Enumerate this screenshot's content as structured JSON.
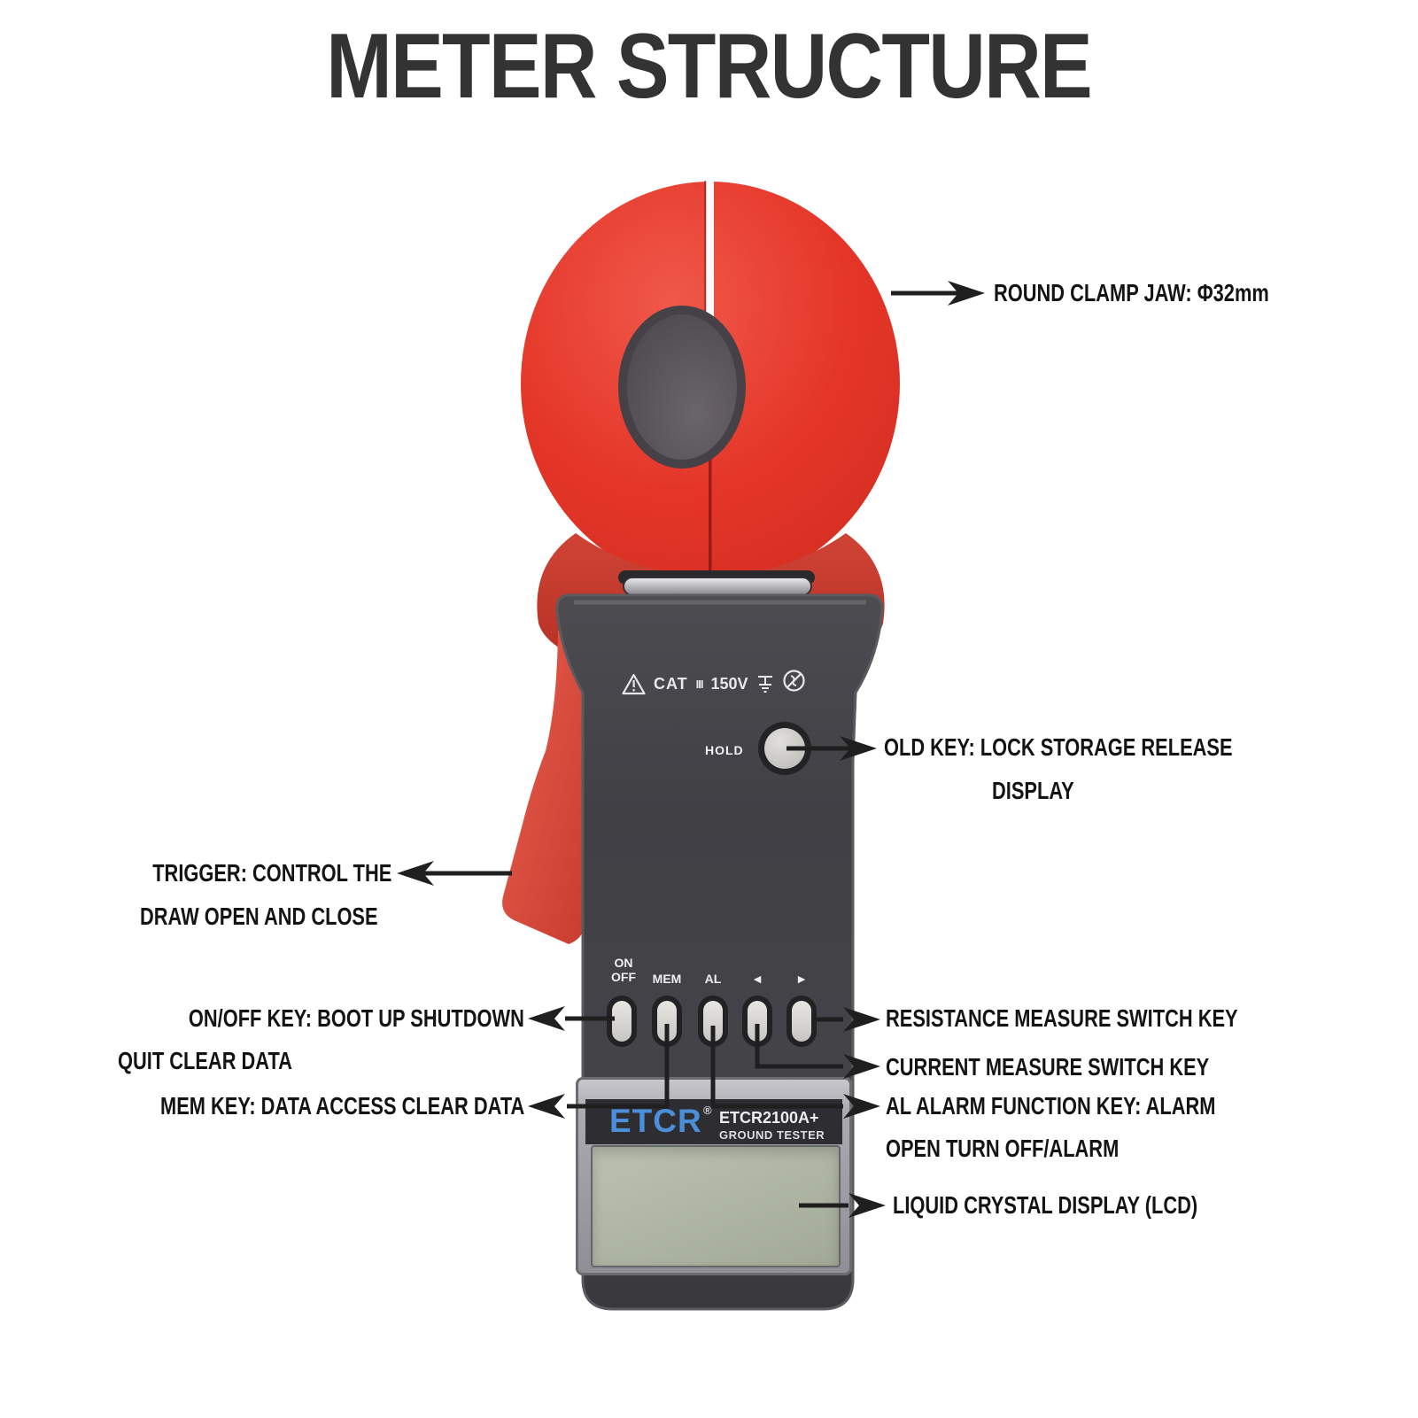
{
  "title": "METER STRUCTURE",
  "device": {
    "markings": {
      "warning_icon": "warning-triangle",
      "cat": "CAT",
      "cat_class": "III",
      "voltage": "150V",
      "ground_icon": "earth-ground",
      "noclamp_icon": "do-not-clamp-circle"
    },
    "hold_label": "HOLD",
    "buttons": [
      {
        "label": "ON\nOFF"
      },
      {
        "label": "MEM"
      },
      {
        "label": "AL"
      },
      {
        "label": "◄"
      },
      {
        "label": "►"
      }
    ],
    "display": {
      "brand": "ETCR",
      "reg_mark": "®",
      "model": "ETCR2100A+",
      "product": "GROUND TESTER"
    }
  },
  "annotations": {
    "round_clamp": "ROUND CLAMP JAW: Φ32mm",
    "hold_key_line1": "OLD KEY: LOCK STORAGE RELEASE",
    "hold_key_line2": "DISPLAY",
    "trigger_line1": "TRIGGER: CONTROL THE",
    "trigger_line2": "DRAW OPEN AND CLOSE",
    "onoff_line1": "ON/OFF KEY: BOOT UP SHUTDOWN",
    "onoff_line2": "QUIT CLEAR DATA",
    "mem": "MEM KEY: DATA ACCESS CLEAR DATA",
    "resistance": "RESISTANCE MEASURE SWITCH KEY",
    "current": "CURRENT MEASURE SWITCH KEY",
    "al_line1": "AL ALARM FUNCTION KEY: ALARM",
    "al_line2": "OPEN TURN OFF/ALARM",
    "lcd": "LIQUID CRYSTAL DISPLAY (LCD)"
  },
  "colors": {
    "clamp_red": "#e23a2c",
    "shoulder_red": "#c43a2b",
    "body_gray": "#434348",
    "etcr_blue": "#4a8fd8",
    "lcd_green": "#aeb5a4",
    "annotation_black": "#1f1f1f",
    "title_gray": "#333333"
  }
}
